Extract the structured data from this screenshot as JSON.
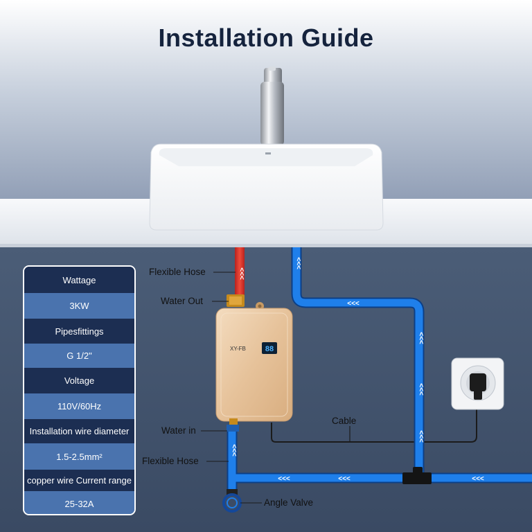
{
  "title": "Installation Guide",
  "specs": [
    {
      "label": "Wattage",
      "value": "3KW"
    },
    {
      "label": "Pipesfittings",
      "value": "G 1/2\""
    },
    {
      "label": "Voltage",
      "value": "110V/60Hz"
    },
    {
      "label": "Installation wire diameter",
      "value": "1.5-2.5mm²"
    },
    {
      "label": "copper wire Current range",
      "value": "25-32A"
    }
  ],
  "callouts": {
    "flexible_hose_top": "Flexible Hose",
    "water_out": "Water Out",
    "water_in": "Water in",
    "flexible_hose_bottom": "Flexible Hose",
    "angle_valve": "Angle Valve",
    "cable": "Cable"
  },
  "heater": {
    "brand": "XY-FB",
    "display": "88"
  },
  "flow_marker": "<<<",
  "flow_marker_up": "^^^",
  "icons": [
    "faucet-icon",
    "sink-basin",
    "power-socket-icon",
    "angle-valve-icon",
    "pipe-tee-icon"
  ],
  "colors": {
    "title": "#15233d",
    "hot_pipe": "#d9302b",
    "cold_pipe": "#1c7be8",
    "spec_label_bg": "#1c2e52",
    "spec_value_bg": "#4a73ae",
    "heater_body": "#e8c9a2"
  }
}
